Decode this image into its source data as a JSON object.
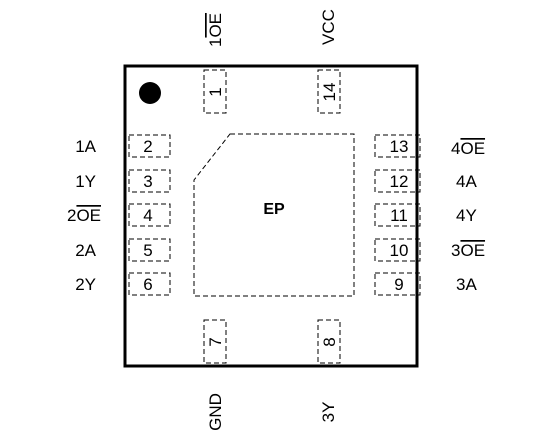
{
  "exposed_pad_label": "EP",
  "pins": {
    "p1": {
      "number": "1",
      "name_prefix": "1",
      "name_overbar": "OE"
    },
    "p2": {
      "number": "2",
      "name": "1A"
    },
    "p3": {
      "number": "3",
      "name": "1Y"
    },
    "p4": {
      "number": "4",
      "name_prefix": "2",
      "name_overbar": "OE"
    },
    "p5": {
      "number": "5",
      "name": "2A"
    },
    "p6": {
      "number": "6",
      "name": "2Y"
    },
    "p7": {
      "number": "7",
      "name": "GND"
    },
    "p8": {
      "number": "8",
      "name": "3Y"
    },
    "p9": {
      "number": "9",
      "name": "3A"
    },
    "p10": {
      "number": "10",
      "name_prefix": "3",
      "name_overbar": "OE"
    },
    "p11": {
      "number": "11",
      "name": "4Y"
    },
    "p12": {
      "number": "12",
      "name": "4A"
    },
    "p13": {
      "number": "13",
      "name_prefix": "4",
      "name_overbar": "OE"
    },
    "p14": {
      "number": "14",
      "name": "VCC"
    }
  }
}
